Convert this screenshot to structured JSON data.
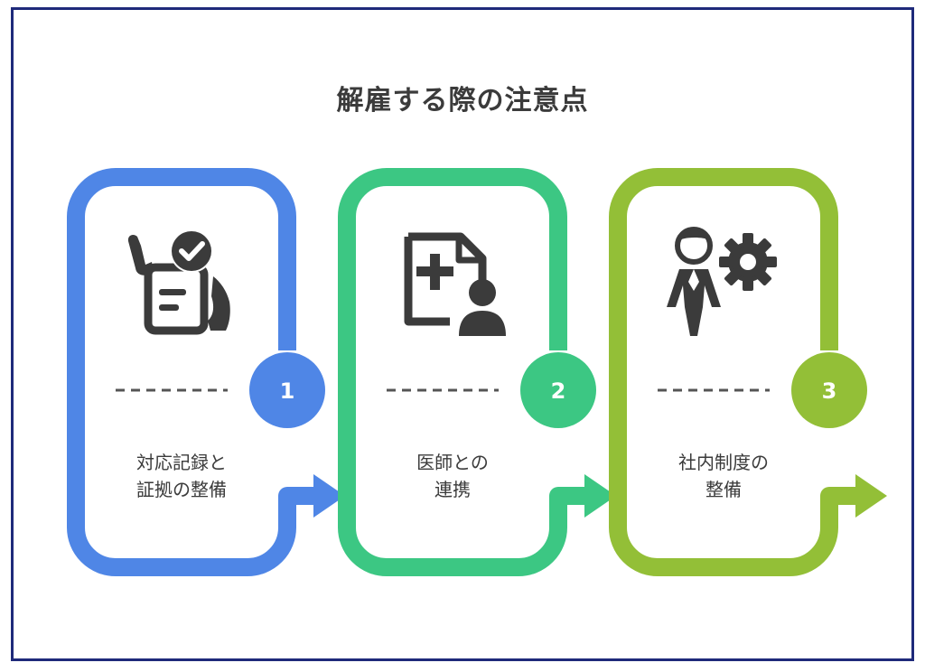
{
  "title": "解雇する際の注意点",
  "colors": {
    "blue": "#4f86e6",
    "green": "#3cc783",
    "olive": "#93bf37",
    "icon": "#3b3b3b",
    "dash": "#555555"
  },
  "steps": [
    {
      "number": "1",
      "label": "対応記録と\n証拠の整備",
      "icon": "document-check-icon"
    },
    {
      "number": "2",
      "label": "医師との\n連携",
      "icon": "medical-file-person-icon"
    },
    {
      "number": "3",
      "label": "社内制度の\n整備",
      "icon": "person-gear-icon"
    }
  ]
}
